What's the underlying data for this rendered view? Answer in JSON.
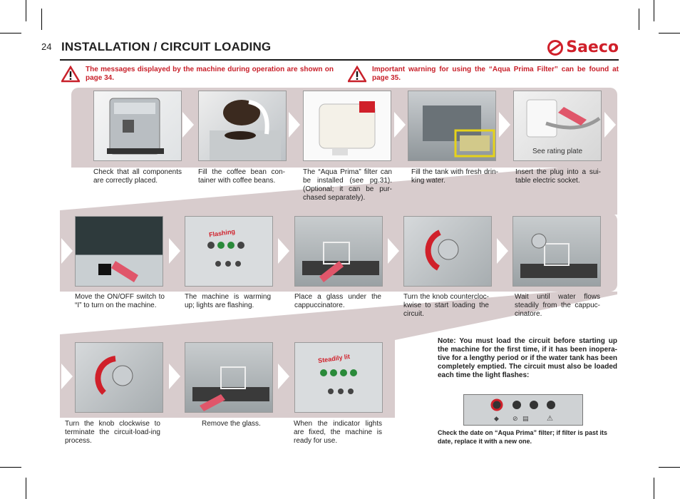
{
  "page_number": "24",
  "title": "INSTALLATION / CIRCUIT LOADING",
  "brand": "Saeco",
  "warnings": [
    {
      "text": "The messages displayed by the machine during operation are shown on page 34."
    },
    {
      "text": "Important warning for using the “Aqua Prima Filter” can be found at page 35."
    }
  ],
  "steps_row1": [
    {
      "caption": "Check that all components are correctly placed.",
      "icon": "machine-photo"
    },
    {
      "caption": "Fill the coffee bean con-tainer with coffee beans.",
      "icon": "bean-container-photo"
    },
    {
      "caption": "The “Aqua Prima” filter can be installed (see pg.31). (Optional; it can be pur-chased separately).",
      "icon": "filter-photo"
    },
    {
      "caption": "Fill the tank with fresh drin-king water.",
      "icon": "water-tank-photo"
    },
    {
      "caption": "Insert the plug into a sui-table electric socket.",
      "icon": "plug-photo",
      "overlay": "See rating plate"
    }
  ],
  "steps_row2": [
    {
      "caption": "Move the ON/OFF switch to “I” to turn on the machine.",
      "icon": "switch-photo"
    },
    {
      "caption": "The machine is warming up; lights are flashing.",
      "icon": "control-panel-photo",
      "overlay": "Flashing"
    },
    {
      "caption": "Place a glass under the cappuccinatore.",
      "icon": "glass-photo"
    },
    {
      "caption": "Turn the knob countercloc-kwise to start loading the circuit.",
      "icon": "knob-ccw-photo"
    },
    {
      "caption": "Wait until water flows steadily from the cappuc-cinatore.",
      "icon": "water-flow-photo"
    }
  ],
  "steps_row3": [
    {
      "caption": "Turn the knob clockwise to terminate the circuit-load-ing process.",
      "icon": "knob-cw-photo"
    },
    {
      "caption": "Remove the glass.",
      "icon": "remove-glass-photo"
    },
    {
      "caption": "When the indicator lights are fixed, the machine is ready for use.",
      "icon": "control-panel-photo",
      "overlay": "Steadily lit"
    }
  ],
  "note": "Note: You must load the circuit before starting up the machine for the first time, if it has been inopera-tive for a lengthy period or if the water tank has been completely emptied. The circuit must also be loaded each time the light flashes:",
  "note_footer": "Check the date on “Aqua Prima” filter; if filter is past its date, replace it with a new one.",
  "colors": {
    "brand_red": "#d0202a",
    "band": "#d8cccd",
    "text": "#222222"
  }
}
